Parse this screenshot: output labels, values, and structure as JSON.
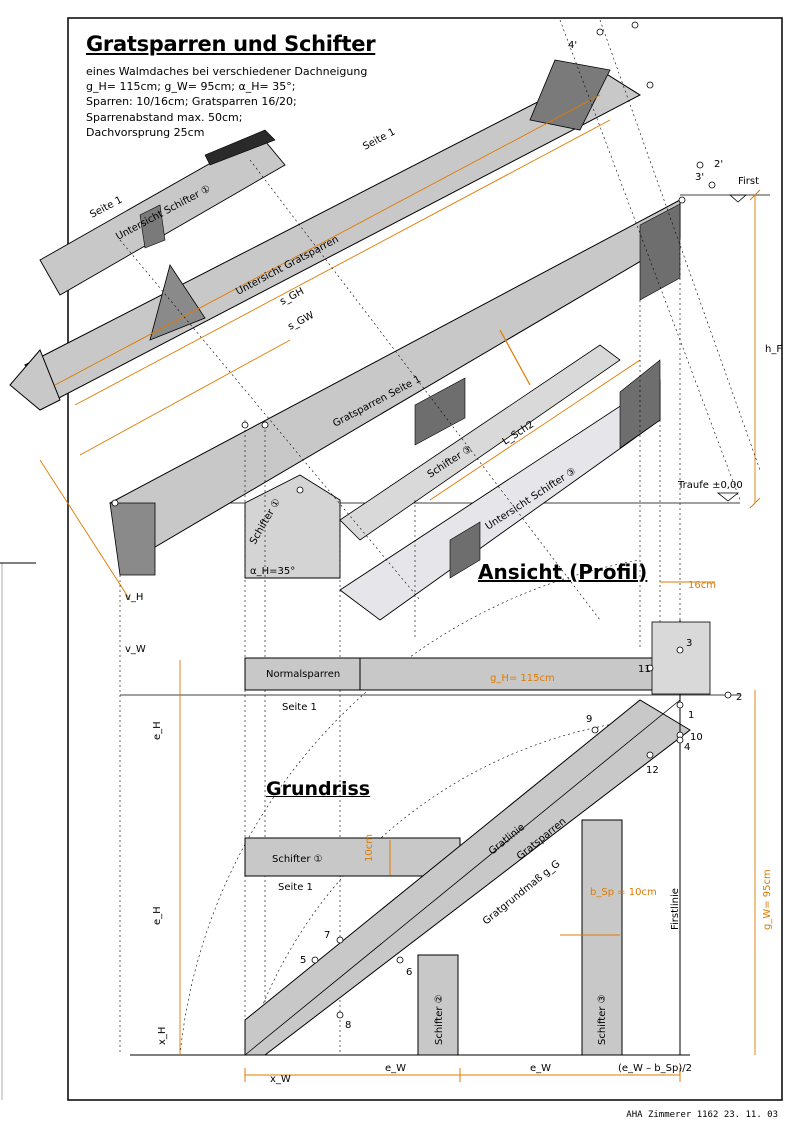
{
  "title": "Gratsparren und Schifter",
  "specs": [
    "eines Walmdaches bei verschiedener Dachneigung",
    "g_H= 115cm; g_W= 95cm; α_H= 35°;",
    "Sparren: 10/16cm; Gratsparren 16/20;",
    "Sparrenabstand max. 50cm;",
    "Dachvorsprung 25cm"
  ],
  "sections": {
    "ansicht": "Ansicht (Profil)",
    "grundriss": "Grundriss"
  },
  "labels": {
    "first": "First",
    "traufe": "Traufe ±0,00",
    "normalsparren": "Normalsparren",
    "g_h_value": "g_H= 115cm",
    "g_w_value": "g_W= 95cm",
    "seite1": "Seite 1",
    "schifter1": "Schifter ①",
    "schifter2": "Schifter ②",
    "schifter3": "Schifter ③",
    "gratsparren_seite1": "Gratsparren Seite 1",
    "untersicht_gratsparren": "Untersicht Gratsparren",
    "untersicht_schifter1": "Untersicht Schifter ①",
    "untersicht_schifter3": "Untersicht Schifter ③",
    "gratlinie": "Gratlinie",
    "gratsparren": "Gratsparren",
    "gratgrundmass": "Gratgrundmaß g_G",
    "firstlinie": "Firstlinie",
    "alpha_h": "α_H=35°",
    "dim_16cm": "16cm",
    "dim_10cm": "10cm",
    "dim_bsp": "b_Sp = 10cm",
    "h_f": "h_F",
    "s_gh": "s_GH",
    "s_gw": "s_GW",
    "l_sch2": "L_Sch2",
    "e_h": "e_H",
    "e_w": "e_W",
    "x_h": "x_H",
    "x_w": "x_W",
    "frac_label": "(e_W – b_Sp)/2",
    "v_h": "v_H",
    "v_w": "v_W"
  },
  "points": [
    "1",
    "2",
    "3",
    "4",
    "5",
    "6",
    "7",
    "8",
    "9",
    "10",
    "11",
    "12",
    "2'",
    "3'",
    "4'"
  ],
  "footer": "AHA Zimmerer 1162 23. 11. 03",
  "colors": {
    "ink": "#000000",
    "dim_orange": "#e07a00",
    "member_fill": "#c8c8c8",
    "light_fill": "#e6e6ea",
    "dark_fill": "#a9a9a9"
  }
}
